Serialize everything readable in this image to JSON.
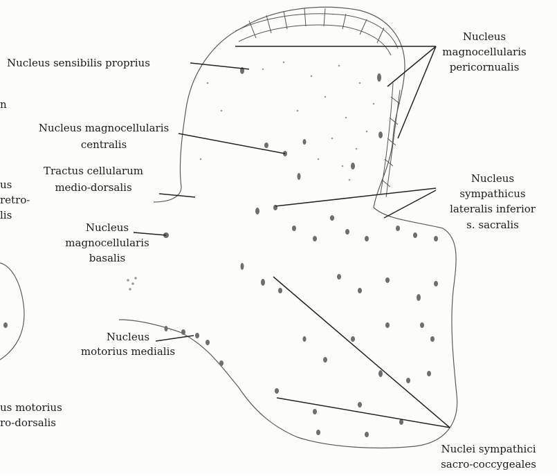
{
  "labels": {
    "sensibilis": "Nucleus sensibilis proprius",
    "pericorn_1": "Nucleus",
    "pericorn_2": "magnocellularis",
    "pericorn_3": "pericornualis",
    "centralis_1": "Nucleus magnocellularis",
    "centralis_2": "centralis",
    "tractus_1": "Tractus cellularum",
    "tractus_2": "medio-dorsalis",
    "sympath_1": "Nucleus",
    "sympath_2": "sympathicus",
    "sympath_3": "lateralis inferior",
    "sympath_4": "s. sacralis",
    "basalis_1": "Nucleus",
    "basalis_2": "magnocellularis",
    "basalis_3": "basalis",
    "medialis_1": "Nucleus",
    "medialis_2": "motorius medialis",
    "coccyg_1": "Nuclei sympathici",
    "coccyg_2": "sacro-coccygeales",
    "left_frag_1": "n",
    "left_frag_2": "us",
    "left_frag_3": "retro-",
    "left_frag_4": "lis",
    "left_frag_5": "us motorius",
    "left_frag_6": "ro-dorsalis"
  }
}
